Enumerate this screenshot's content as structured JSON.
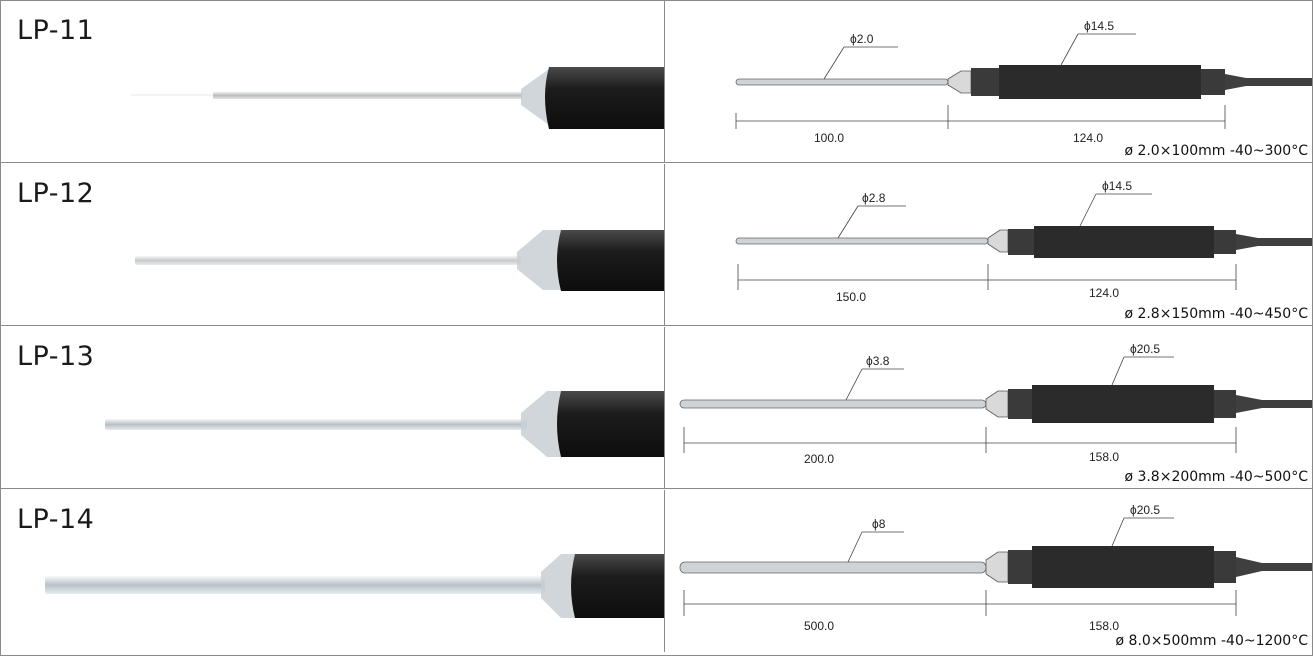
{
  "probes": [
    {
      "model": "LP-11",
      "diameter_label": "ϕ2.0",
      "handle_diameter_label": "ϕ14.5",
      "shaft_length_label": "100.0",
      "handle_length_label": "124.0",
      "spec": "ø 2.0×100mm  -40~300°C"
    },
    {
      "model": "LP-12",
      "diameter_label": "ϕ2.8",
      "handle_diameter_label": "ϕ14.5",
      "shaft_length_label": "150.0",
      "handle_length_label": "124.0",
      "spec": "ø 2.8×150mm  -40~450°C"
    },
    {
      "model": "LP-13",
      "diameter_label": "ϕ3.8",
      "handle_diameter_label": "ϕ20.5",
      "shaft_length_label": "200.0",
      "handle_length_label": "158.0",
      "spec": "ø 3.8×200mm  -40~500°C"
    },
    {
      "model": "LP-14",
      "diameter_label": "ϕ8",
      "handle_diameter_label": "ϕ20.5",
      "shaft_length_label": "500.0",
      "handle_length_label": "158.0",
      "spec": "ø 8.0×500mm  -40~1200°C"
    }
  ]
}
